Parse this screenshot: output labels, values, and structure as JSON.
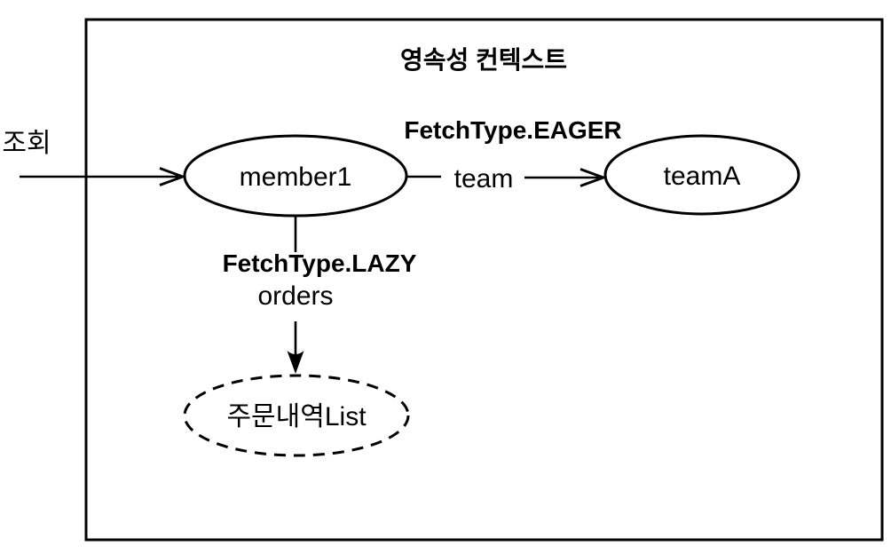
{
  "diagram": {
    "title": "영속성 컨텍스트",
    "labels": {
      "query": "조회",
      "fetch_eager": "FetchType.EAGER",
      "team_field": "team",
      "fetch_lazy": "FetchType.LAZY",
      "orders_field": "orders"
    },
    "nodes": {
      "member": {
        "label": "member1",
        "style": "solid"
      },
      "team": {
        "label": "teamA",
        "style": "solid"
      },
      "orders_list": {
        "label": "주문내역List",
        "style": "dashed"
      }
    },
    "colors": {
      "stroke": "#000000",
      "text": "#000000",
      "background": "#ffffff"
    }
  }
}
